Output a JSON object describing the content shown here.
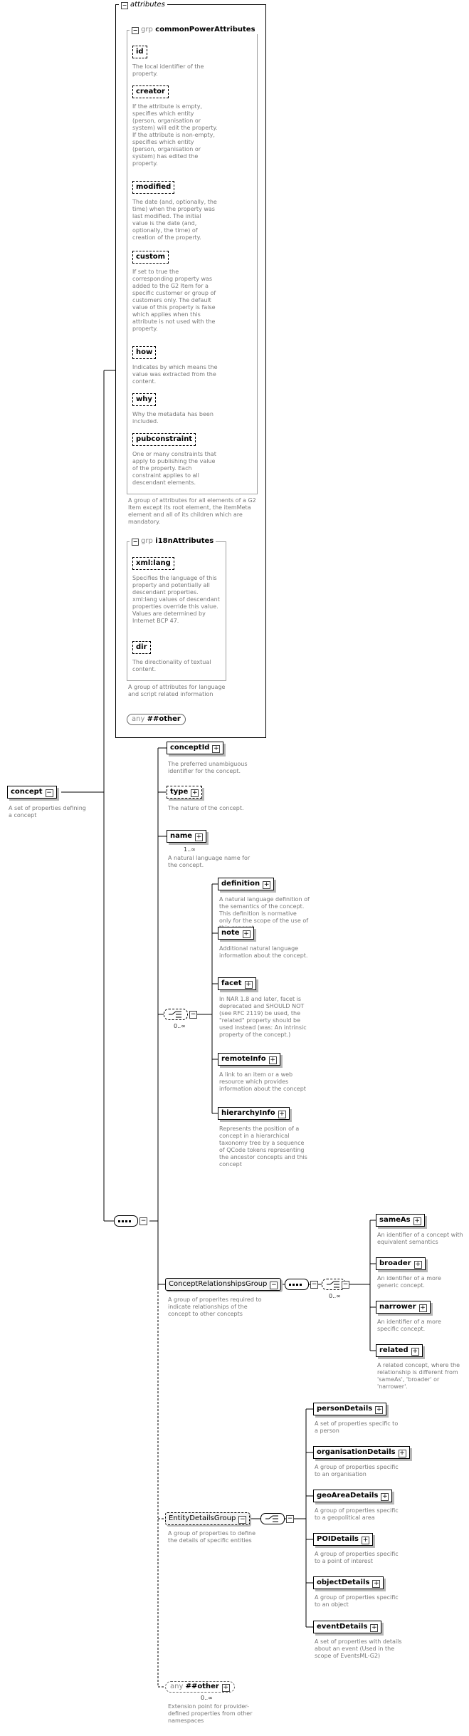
{
  "attributes": {
    "title": "attributes",
    "common_group": {
      "prefix": "grp",
      "name": "commonPowerAttributes",
      "doc": "A group of attributes for all elements of a G2 Item except its root element, the itemMeta element and all of its children which are mandatory.",
      "items": [
        {
          "name": "id",
          "doc": "The local identifier of the property."
        },
        {
          "name": "creator",
          "doc": "If the attribute is empty, specifies which entity (person, organisation or system) will edit the property. If the attribute is non-empty, specifies which entity (person, organisation or system) has edited the property."
        },
        {
          "name": "modified",
          "doc": "The date (and, optionally, the time) when the property was last modified. The initial value is the date (and, optionally, the time) of creation of the property."
        },
        {
          "name": "custom",
          "doc": "If set to true the corresponding property was added to the G2 Item for a specific customer or group of customers only. The default value of this property is false which applies when this attribute is not used with the property."
        },
        {
          "name": "how",
          "doc": "Indicates by which means the value was extracted from the content."
        },
        {
          "name": "why",
          "doc": "Why the metadata has been included."
        },
        {
          "name": "pubconstraint",
          "doc": "One or many constraints that apply to publishing the value of the property. Each constraint applies to all descendant elements."
        }
      ]
    },
    "i18n_group": {
      "prefix": "grp",
      "name": "i18nAttributes",
      "doc": "A group of attributes for language and script related information",
      "items": [
        {
          "name": "xml:lang",
          "doc": "Specifies the language of this property and potentially all descendant properties. xml:lang values of descendant properties override this value. Values are determined by Internet BCP 47."
        },
        {
          "name": "dir",
          "doc": "The directionality of textual content."
        }
      ]
    },
    "any_other": {
      "prefix": "any",
      "name": "##other"
    }
  },
  "root": {
    "name": "concept",
    "doc": "A set of properties defining a concept"
  },
  "sequence_children": [
    {
      "name": "conceptId",
      "doc": "The preferred unambiguous identifier for the concept."
    },
    {
      "name": "type",
      "doc": "The nature of the concept."
    },
    {
      "name": "name",
      "mult": "1..∞",
      "doc": "A natural language name for the concept."
    }
  ],
  "choice": {
    "mult": "0..∞",
    "items": [
      {
        "name": "definition",
        "doc": "A natural language definition of the semantics of the concept. This definition is normative only for the scope of the use of this concept."
      },
      {
        "name": "note",
        "doc": "Additional natural language information about the concept."
      },
      {
        "name": "facet",
        "doc": "In NAR 1.8 and later, facet is deprecated and SHOULD NOT (see RFC 2119) be used, the \"related\" property should be used instead (was: An intrinsic property of the concept.)"
      },
      {
        "name": "remoteInfo",
        "doc": "A link to an item or a web resource which provides information about the concept"
      },
      {
        "name": "hierarchyInfo",
        "doc": "Represents the position of a concept in a hierarchical taxonomy tree by a sequence of QCode tokens representing the ancestor concepts and this concept"
      }
    ]
  },
  "relationships_group": {
    "name": "ConceptRelationshipsGroup",
    "doc": "A group of properites required to indicate relationships of the concept to other concepts",
    "mult": "0..∞",
    "items": [
      {
        "name": "sameAs",
        "doc": "An identifier of a concept with equivalent semantics"
      },
      {
        "name": "broader",
        "doc": "An identifier of a more generic concept."
      },
      {
        "name": "narrower",
        "doc": "An identifier of a more specific concept."
      },
      {
        "name": "related",
        "doc": "A related concept, where the relationship is different from 'sameAs', 'broader' or 'narrower'."
      }
    ]
  },
  "entity_group": {
    "name": "EntityDetailsGroup",
    "doc": "A group of properties to define the details of specific entities",
    "items": [
      {
        "name": "personDetails",
        "doc": "A set of properties specific to a person"
      },
      {
        "name": "organisationDetails",
        "doc": "A group of properties specific to an organisation"
      },
      {
        "name": "geoAreaDetails",
        "doc": "A group of properties specific to a geopolitical area"
      },
      {
        "name": "POIDetails",
        "doc": "A group of properties specific to a point of interest"
      },
      {
        "name": "objectDetails",
        "doc": "A group of properties specific to an object"
      },
      {
        "name": "eventDetails",
        "doc": "A set of properties with details about an event (Used in the scope of EventsML-G2)"
      }
    ]
  },
  "any_extension": {
    "prefix": "any",
    "name": "##other",
    "mult": "0..∞",
    "doc": "Extension point for provider-defined properties from other namespaces"
  }
}
